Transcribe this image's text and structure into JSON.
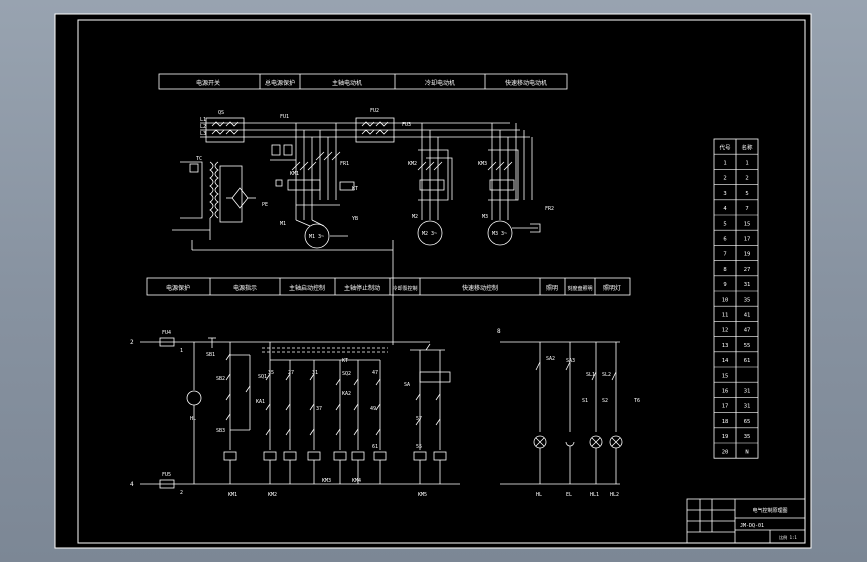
{
  "viewport": {
    "bg_top": "#98a3b0",
    "bg_bottom": "#7c8795",
    "sheet_bg": "#000000",
    "line_color": "#ffffff"
  },
  "top_header": {
    "cells": [
      "电源开关",
      "总电源保护",
      "主轴电动机",
      "冷却电动机",
      "快速移动电动机"
    ]
  },
  "bottom_header": {
    "cells": [
      "电源保护",
      "电源指示",
      "主轴启动控制",
      "主轴停止制动",
      "冷却泵控制",
      "快速移动控制",
      "照明",
      "刻度盘照明",
      "照明灯"
    ]
  },
  "power_labels": {
    "qs": "QS",
    "fu1": "FU1",
    "fu2": "FU2",
    "fu3": "FU3",
    "km1": "KM1",
    "km2": "KM2",
    "km3": "KM3",
    "m1": "M1 3~",
    "m2": "M2 3~",
    "m3": "M3 3~",
    "m1_tag": "M1",
    "m2_tag": "M2",
    "m3_tag": "M3",
    "tc": "TC",
    "kt": "KT",
    "pe": "PE",
    "fr1": "FR1",
    "fr2": "FR2",
    "yb": "YB",
    "l1": "L1",
    "l2": "L2",
    "l3": "L3"
  },
  "control_labels": {
    "fu4": "FU4",
    "fu5": "FU5",
    "r1": "1",
    "r2": "2",
    "hl": "HL",
    "sb1": "SB1",
    "sb2": "SB2",
    "sb3": "SB3",
    "sq1": "SQ1",
    "sq2": "SQ2",
    "ka1": "KA1",
    "ka2": "KA2",
    "kt": "KT",
    "sa": "SA",
    "km1": "KM1",
    "km2": "KM2",
    "km3": "KM3",
    "km4": "KM4",
    "km5": "KM5",
    "n35": "35",
    "n27": "27",
    "n37": "37",
    "n31": "31",
    "n47": "47",
    "n49": "49",
    "n57": "57",
    "n61": "61",
    "n55": "55",
    "rail_top": "2",
    "rail_bot": "4"
  },
  "lighting_labels": {
    "sa2": "SA2",
    "sa3": "SA3",
    "sl1": "SL1",
    "sl2": "SL2",
    "s1": "S1",
    "s2": "S2",
    "lamps": [
      "HL",
      "EL",
      "HL1",
      "HL2"
    ],
    "n8": "8",
    "t6": "T6"
  },
  "component_table": {
    "headers": [
      "代号",
      "名称"
    ],
    "rows": [
      [
        "1",
        "1"
      ],
      [
        "2",
        "2"
      ],
      [
        "3",
        "5"
      ],
      [
        "4",
        "7"
      ],
      [
        "5",
        "15"
      ],
      [
        "6",
        "17"
      ],
      [
        "7",
        "19"
      ],
      [
        "8",
        "27"
      ],
      [
        "9",
        "31"
      ],
      [
        "10",
        "35"
      ],
      [
        "11",
        "41"
      ],
      [
        "12",
        "47"
      ],
      [
        "13",
        "55"
      ],
      [
        "14",
        "61"
      ],
      [
        "15",
        ""
      ],
      [
        "16",
        "31"
      ],
      [
        "17",
        "31"
      ],
      [
        "18",
        "65"
      ],
      [
        "19",
        "35"
      ],
      [
        "20",
        "N"
      ]
    ]
  },
  "title_block": {
    "title": "电气控制原理图",
    "drawing_no": "JM-DQ-01",
    "scale": "比例 1:1"
  }
}
